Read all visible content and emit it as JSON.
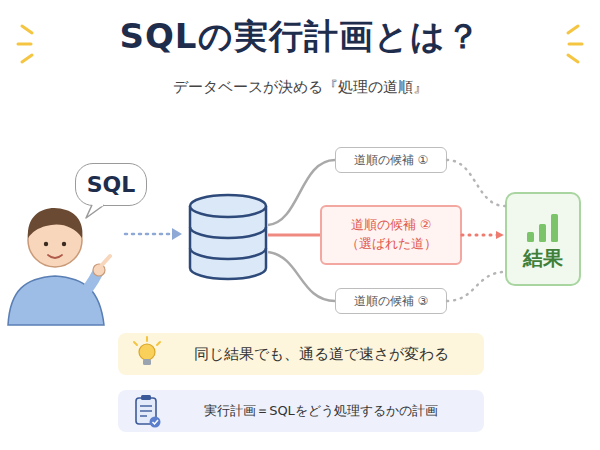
{
  "diagram": {
    "title": "SQLの実行計画とは？",
    "nodes": [
      {
        "text": [
          "SQL"
        ]
      },
      {
        "text": [
          "道順の候補 ①"
        ]
      },
      {
        "text": [
          "道順の候補 ② （選ばれた道）"
        ]
      },
      {
        "text": [
          "道順の候補 ③"
        ]
      },
      {
        "text": [
          "結果"
        ]
      },
      {
        "text": [
          "同じ結果でも、通る道で速さが変わる"
        ]
      },
      {
        "text": [
          "実行計画＝SQLをどう処理するかの計画"
        ]
      }
    ],
    "edges": [
      {
        "from": 1,
        "to": 4,
        "arrow": "none"
      },
      {
        "from": 2,
        "to": 4,
        "arrow": "to"
      },
      {
        "from": 3,
        "to": 4,
        "arrow": "none"
      }
    ],
    "labels": [
      "データベースが決める『処理の道順』"
    ]
  }
}
